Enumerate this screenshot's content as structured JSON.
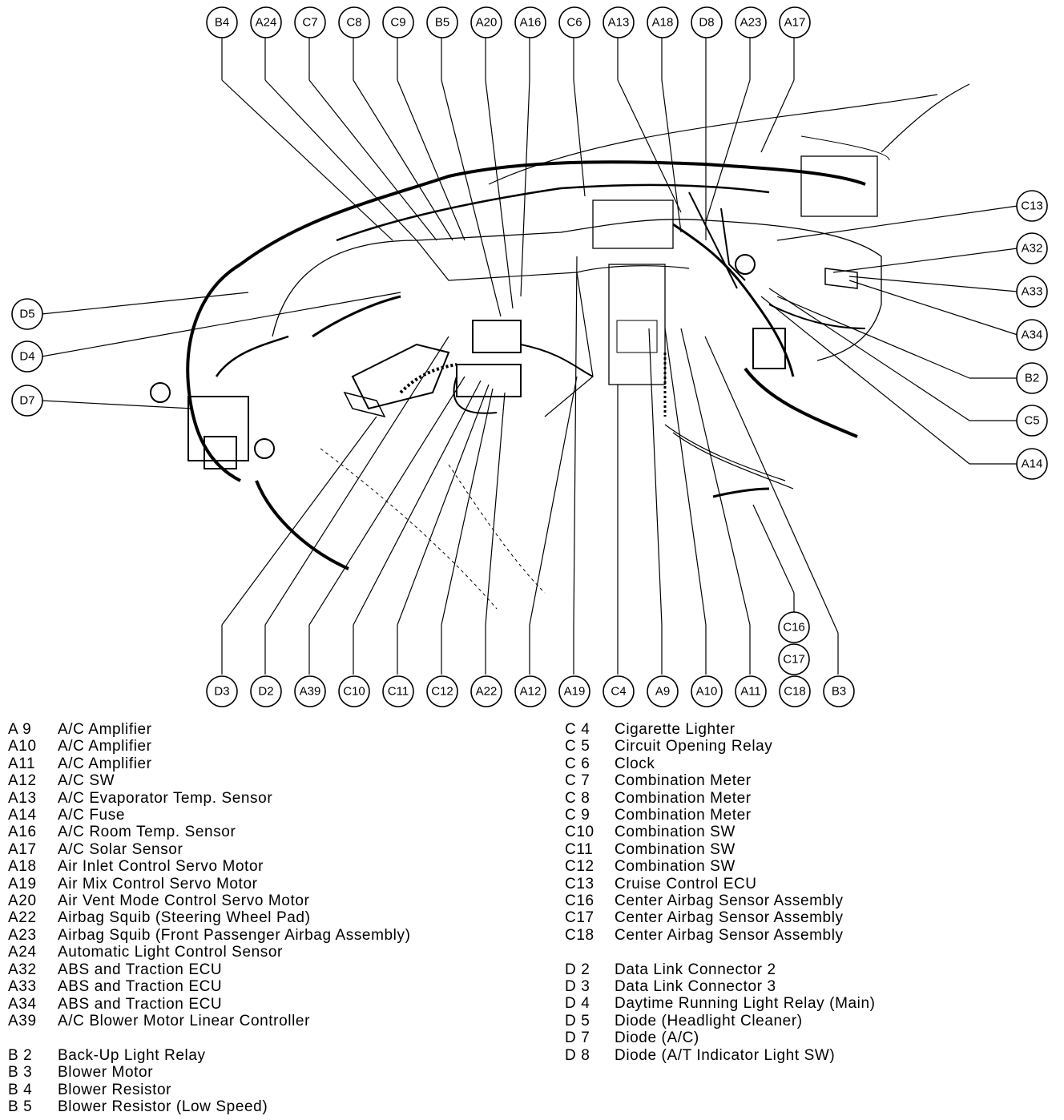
{
  "callouts_top": [
    "B4",
    "A24",
    "C7",
    "C8",
    "C9",
    "B5",
    "A20",
    "A16",
    "C6",
    "A13",
    "A18",
    "D8",
    "A23",
    "A17"
  ],
  "callouts_left": [
    "D5",
    "D4",
    "D7"
  ],
  "callouts_right": [
    "C13",
    "A32",
    "A33",
    "A34",
    "B2",
    "C5",
    "A14"
  ],
  "callouts_bottom": [
    "D3",
    "D2",
    "A39",
    "C10",
    "C11",
    "C12",
    "A22",
    "A12",
    "A19",
    "C4",
    "A9",
    "A10",
    "A11",
    "C18",
    "B3"
  ],
  "callouts_stack": [
    "C16",
    "C17"
  ],
  "legend_left": [
    {
      "code": "A 9",
      "name": "A/C Amplifier"
    },
    {
      "code": "A10",
      "name": "A/C Amplifier"
    },
    {
      "code": "A11",
      "name": "A/C Amplifier"
    },
    {
      "code": "A12",
      "name": "A/C SW"
    },
    {
      "code": "A13",
      "name": "A/C Evaporator Temp. Sensor"
    },
    {
      "code": "A14",
      "name": "A/C Fuse"
    },
    {
      "code": "A16",
      "name": "A/C Room Temp. Sensor"
    },
    {
      "code": "A17",
      "name": "A/C Solar Sensor"
    },
    {
      "code": "A18",
      "name": "Air Inlet Control Servo Motor"
    },
    {
      "code": "A19",
      "name": "Air Mix Control Servo Motor"
    },
    {
      "code": "A20",
      "name": "Air Vent Mode Control Servo Motor"
    },
    {
      "code": "A22",
      "name": "Airbag Squib (Steering Wheel Pad)"
    },
    {
      "code": "A23",
      "name": "Airbag Squib (Front Passenger Airbag Assembly)"
    },
    {
      "code": "A24",
      "name": "Automatic Light Control Sensor"
    },
    {
      "code": "A32",
      "name": "ABS and Traction ECU"
    },
    {
      "code": "A33",
      "name": "ABS and Traction ECU"
    },
    {
      "code": "A34",
      "name": "ABS and Traction ECU"
    },
    {
      "code": "A39",
      "name": "A/C Blower Motor Linear Controller"
    },
    {
      "code": "",
      "name": ""
    },
    {
      "code": "B 2",
      "name": "Back-Up Light Relay"
    },
    {
      "code": "B 3",
      "name": "Blower Motor"
    },
    {
      "code": "B 4",
      "name": "Blower Resistor"
    },
    {
      "code": "B 5",
      "name": "Blower Resistor (Low Speed)"
    }
  ],
  "legend_right": [
    {
      "code": "C 4",
      "name": "Cigarette Lighter"
    },
    {
      "code": "C 5",
      "name": "Circuit Opening Relay"
    },
    {
      "code": "C 6",
      "name": "Clock"
    },
    {
      "code": "C 7",
      "name": "Combination Meter"
    },
    {
      "code": "C 8",
      "name": "Combination Meter"
    },
    {
      "code": "C 9",
      "name": "Combination Meter"
    },
    {
      "code": "C10",
      "name": "Combination SW"
    },
    {
      "code": "C11",
      "name": "Combination SW"
    },
    {
      "code": "C12",
      "name": "Combination SW"
    },
    {
      "code": "C13",
      "name": "Cruise Control ECU"
    },
    {
      "code": "C16",
      "name": "Center Airbag Sensor Assembly"
    },
    {
      "code": "C17",
      "name": "Center Airbag Sensor Assembly"
    },
    {
      "code": "C18",
      "name": "Center Airbag Sensor Assembly"
    },
    {
      "code": "",
      "name": ""
    },
    {
      "code": "D 2",
      "name": "Data Link Connector 2"
    },
    {
      "code": "D 3",
      "name": "Data Link Connector 3"
    },
    {
      "code": "D 4",
      "name": "Daytime Running Light Relay (Main)"
    },
    {
      "code": "D 5",
      "name": "Diode (Headlight Cleaner)"
    },
    {
      "code": "D 7",
      "name": "Diode (A/C)"
    },
    {
      "code": "D 8",
      "name": "Diode (A/T Indicator Light SW)"
    }
  ]
}
